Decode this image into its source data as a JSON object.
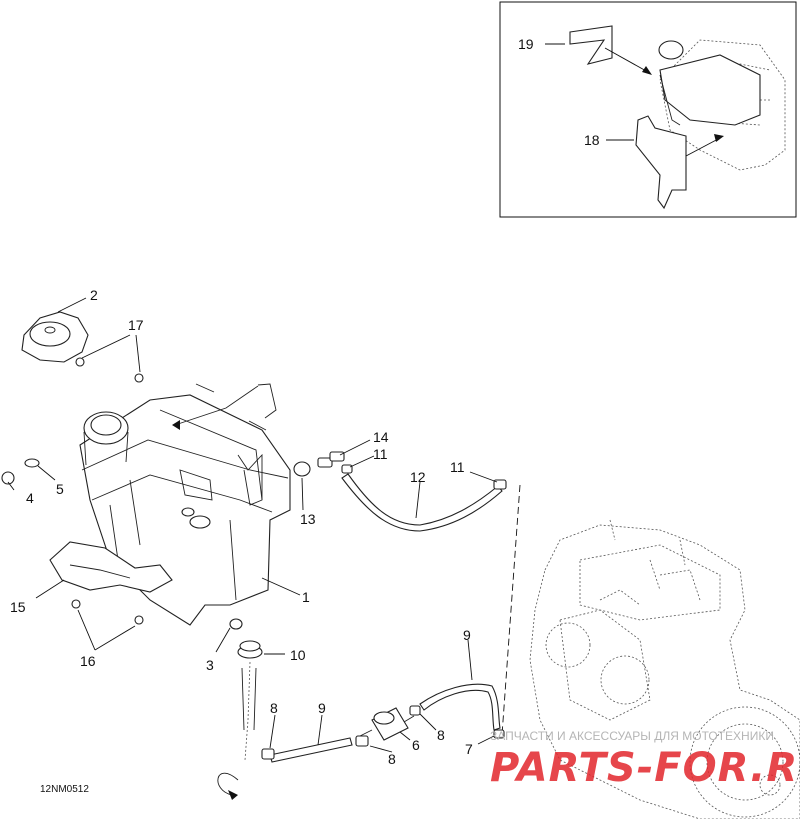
{
  "diagram": {
    "code": "12NM0512",
    "callouts": {
      "c1": "1",
      "c2": "2",
      "c3": "3",
      "c4": "4",
      "c5": "5",
      "c6": "6",
      "c7": "7",
      "c8a": "8",
      "c8b": "8",
      "c8c": "8",
      "c9a": "9",
      "c9b": "9",
      "c10": "10",
      "c11a": "11",
      "c11b": "11",
      "c12": "12",
      "c13": "13",
      "c14": "14",
      "c15": "15",
      "c16": "16",
      "c17": "17",
      "c18": "18",
      "c19": "19"
    }
  },
  "watermark": {
    "tagline": "ЗАПЧАСТИ И АКСЕССУАРЫ ДЛЯ МОТОТЕХНИКИ",
    "brand": "PARTS-FOR.RU",
    "color": "#e2262b"
  }
}
